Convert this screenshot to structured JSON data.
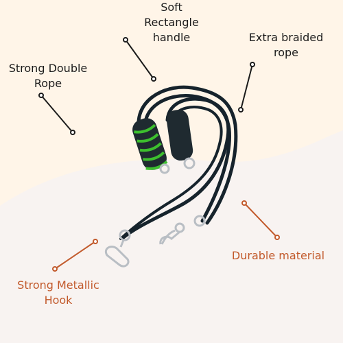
{
  "colors": {
    "background_top": "#fff5e8",
    "background_bottom": "#f8f3f1",
    "dark_text": "#1b1b1b",
    "accent_text": "#c25a2c",
    "rope": "#16232c",
    "foam": "#1f2a30",
    "foam_ring": "#3dbf2e",
    "metal": "#b9bec4"
  },
  "callouts": {
    "soft_handle": [
      "Soft",
      "Rectangle",
      "handle"
    ],
    "braided_rope": [
      "Extra braided",
      "rope"
    ],
    "double_rope": [
      "Strong Double",
      "Rope"
    ],
    "durable": [
      "Durable material"
    ],
    "hook": [
      "Strong Metallic",
      "Hook"
    ]
  }
}
